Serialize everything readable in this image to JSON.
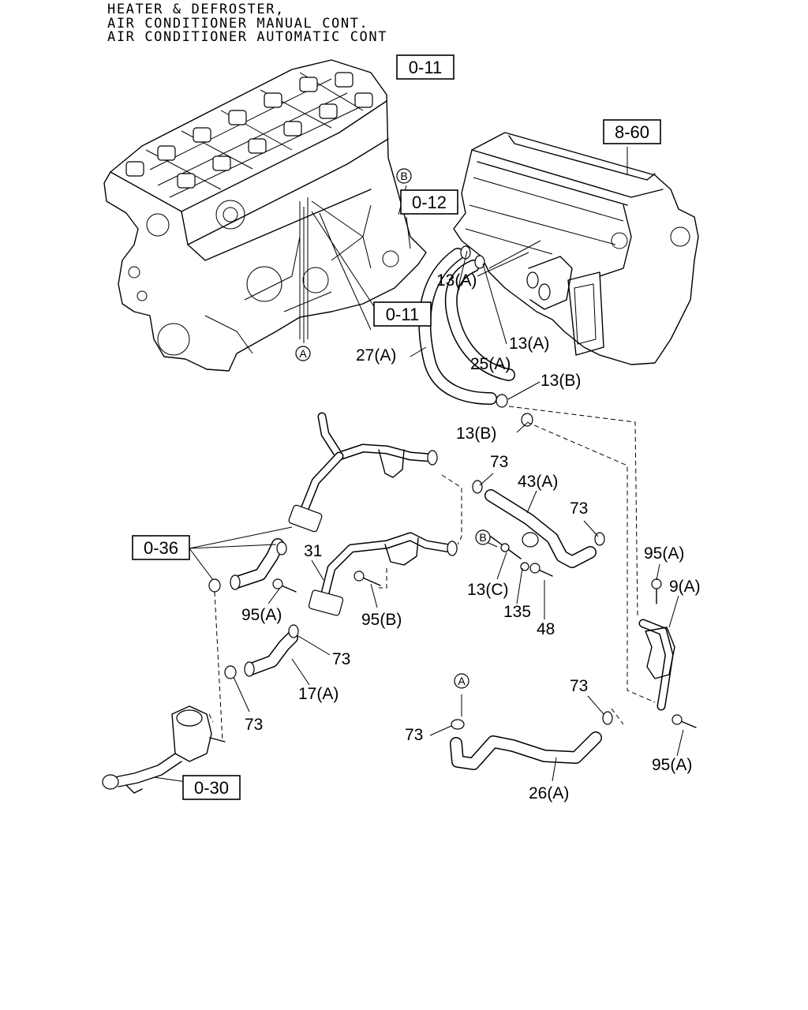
{
  "header": {
    "line1": "HEATER & DEFROSTER,",
    "line2": "AIR CONDITIONER MANUAL CONT.",
    "line3": "AIR CONDITIONER AUTOMATIC CONT"
  },
  "refs": {
    "r0_11_top": "0-11",
    "r0_11_mid": "0-11",
    "r0_12": "0-12",
    "r8_60": "8-60",
    "r0_36": "0-36",
    "r0_30": "0-30"
  },
  "markers": {
    "b_engine": "B",
    "a_engine": "A",
    "b_bracket": "B",
    "a_hose": "A"
  },
  "labels": {
    "p13a_top": "13(A)",
    "p13a_right": "13(A)",
    "p27a": "27(A)",
    "p25a": "25(A)",
    "p13b_top": "13(B)",
    "p13b_low": "13(B)",
    "p73_a": "73",
    "p43a": "43(A)",
    "p73_b": "73",
    "p31": "31",
    "p95a_right": "95(A)",
    "p9a": "9(A)",
    "p13c": "13(C)",
    "p135": "135",
    "p48": "48",
    "p95a_left": "95(A)",
    "p95b": "95(B)",
    "p73_c": "73",
    "p17a": "17(A)",
    "p73_d": "73",
    "p73_e": "73",
    "p73_f": "73",
    "p26a": "26(A)",
    "p95a_low": "95(A)"
  },
  "icons": [
    "engine-block-illustration",
    "heater-unit-illustration",
    "hose-clamp-icon",
    "bolt-icon",
    "water-outlet-illustration"
  ]
}
